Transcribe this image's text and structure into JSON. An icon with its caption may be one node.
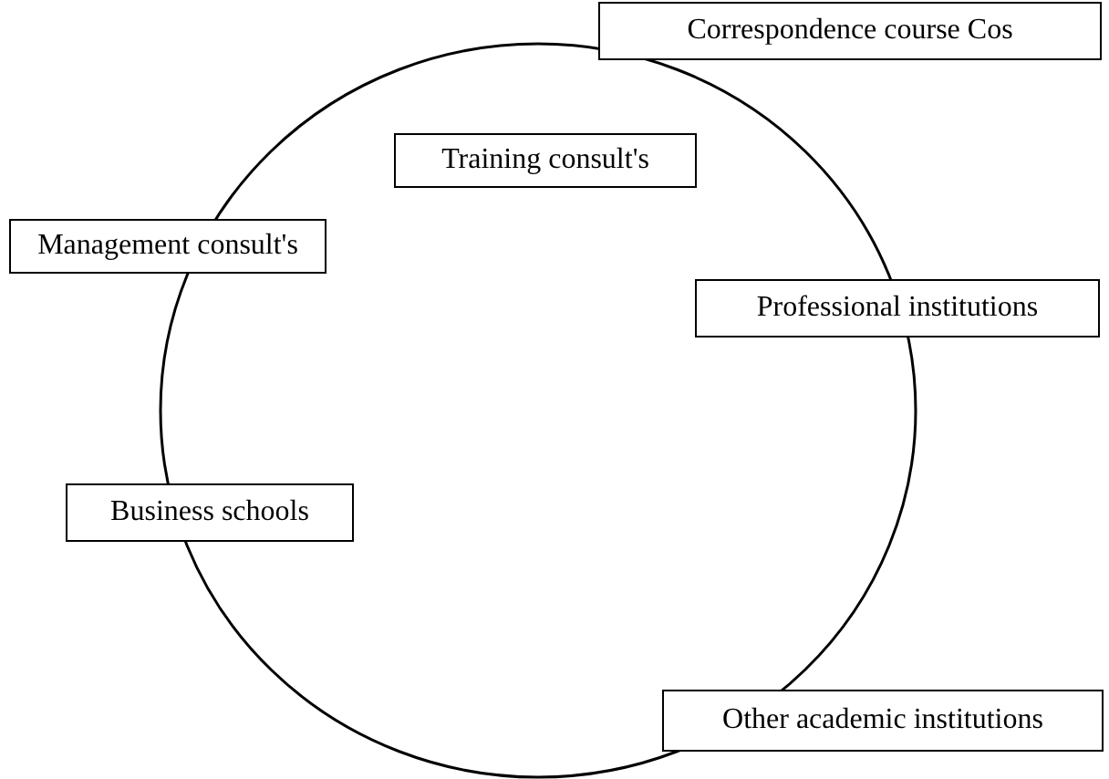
{
  "diagram": {
    "nodes": [
      {
        "text": [],
        "shape": "circle"
      },
      {
        "text": [
          "Correspondence course Cos"
        ]
      },
      {
        "text": [
          "Training consult's"
        ],
        "in": 0
      },
      {
        "text": [
          "Management consult's"
        ]
      },
      {
        "text": [
          "Professional institutions"
        ]
      },
      {
        "text": [
          "Business schools"
        ]
      },
      {
        "text": [
          "Other academic institutions"
        ]
      }
    ]
  }
}
